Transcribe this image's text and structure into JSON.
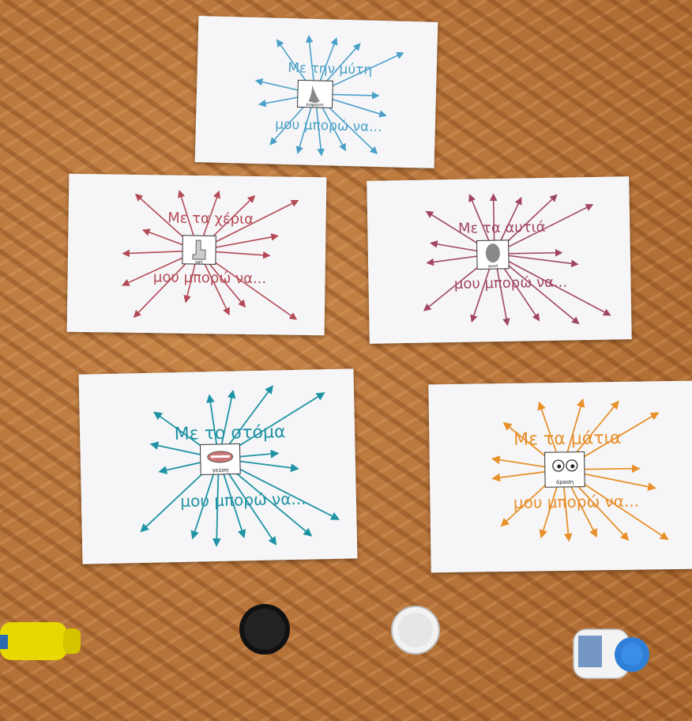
{
  "posters": [
    {
      "id": "nose",
      "top": "Με την μύτη",
      "bottom": "μου μπορώ να...",
      "label": "όσφρηση",
      "color": "#4aa0c8"
    },
    {
      "id": "hands",
      "top": "Με τα χέρια",
      "bottom": "μου μπορώ να...",
      "label": "αφή",
      "color": "#b34a55"
    },
    {
      "id": "ears",
      "top": "Με τα αυτιά",
      "bottom": "μου μπορώ να...",
      "label": "ακοή",
      "color": "#a14660"
    },
    {
      "id": "mouth",
      "top": "Με το στόμα",
      "bottom": "μου μπορώ να...",
      "label": "γεύση",
      "color": "#1f93a3"
    },
    {
      "id": "eyes",
      "top": "Με τα μάτια",
      "bottom": "μου μπορώ να...",
      "label": "όραση",
      "color": "#e8902a"
    }
  ]
}
